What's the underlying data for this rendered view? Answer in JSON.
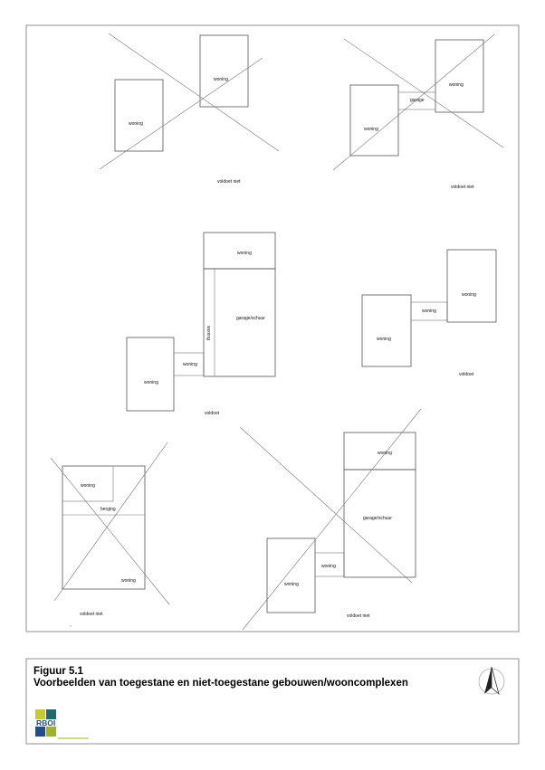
{
  "labels": {
    "woning": "woning",
    "garage": "garage",
    "garage_schuur": "garage/schuur",
    "berging": "berging"
  },
  "notes": {
    "a": "voldoet niet",
    "b": "voldoet niet",
    "c": "voldoet",
    "d": "voldoet",
    "e": "voldoet niet",
    "f": "voldoet niet"
  },
  "caption": {
    "figure": "Figuur 5.1",
    "title": "Voorbeelden van toegestane en niet-toegestane gebouwen/wooncomplexen"
  },
  "logo": {
    "text": "RBOI",
    "colors": [
      "#c8cc2a",
      "#1f6b6b",
      "#1f4f8a",
      "#9fb32a"
    ]
  },
  "icons": {
    "north_arrow": "north-arrow-icon"
  }
}
